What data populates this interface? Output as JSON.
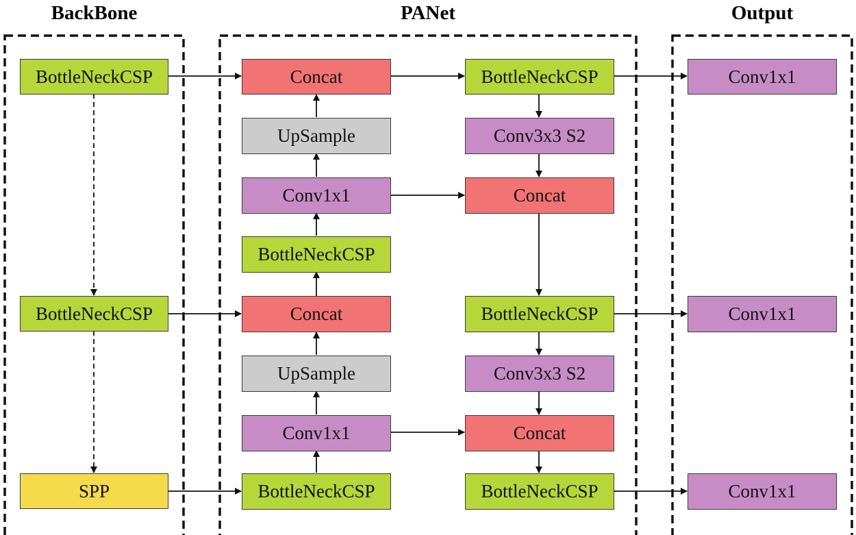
{
  "titles": {
    "backbone": "BackBone",
    "panet": "PANet",
    "output": "Output"
  },
  "backbone": {
    "csp_top": "BottleNeckCSP",
    "csp_mid": "BottleNeckCSP",
    "spp": "SPP"
  },
  "panet_up": {
    "concat_top": "Concat",
    "upsample_top": "UpSample",
    "conv_top": "Conv1x1",
    "csp_mid": "BottleNeckCSP",
    "concat_mid": "Concat",
    "upsample_bottom": "UpSample",
    "conv_bottom": "Conv1x1",
    "csp_bottom": "BottleNeckCSP"
  },
  "panet_down": {
    "csp_top": "BottleNeckCSP",
    "conv_top": "Conv3x3 S2",
    "concat_top": "Concat",
    "csp_mid": "BottleNeckCSP",
    "conv_mid": "Conv3x3 S2",
    "concat_bottom": "Concat",
    "csp_bottom": "BottleNeckCSP"
  },
  "output": {
    "conv_top": "Conv1x1",
    "conv_mid": "Conv1x1",
    "conv_bottom": "Conv1x1"
  },
  "colors": {
    "bottleneck": "#b7d63a",
    "concat": "#f27373",
    "conv": "#c78cc6",
    "upsample": "#cccccc",
    "spp": "#f5da4c"
  }
}
